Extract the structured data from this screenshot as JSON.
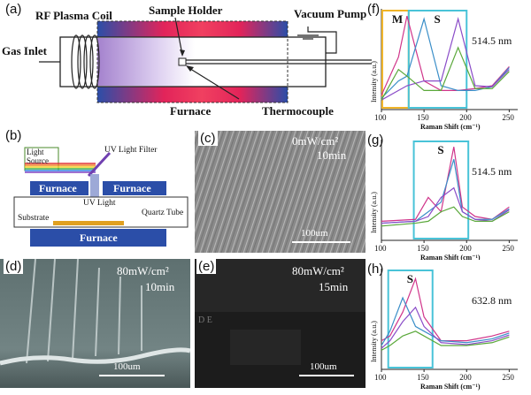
{
  "panel_labels": {
    "a": "(a)",
    "b": "(b)",
    "c": "(c)",
    "d": "(d)",
    "e": "(e)",
    "f": "(f)",
    "g": "(g)",
    "h": "(h)"
  },
  "panel_a": {
    "rf_plasma_coil": "RF Plasma Coil",
    "sample_holder": "Sample Holder",
    "vacuum_pump": "Vacuum Pump",
    "gas_inlet": "Gas Inlet",
    "furnace": "Furnace",
    "thermocouple": "Thermocouple"
  },
  "panel_b": {
    "light_source": "Light\nSource",
    "uv_light_filter": "UV Light Filter",
    "furnace_left": "Furnace",
    "furnace_right": "Furnace",
    "uv_light": "UV Light",
    "quartz_tube": "Quartz Tube",
    "substrate": "Substrate",
    "furnace_bottom": "Furnace"
  },
  "micrographs": {
    "c": {
      "power": "0mW/cm²",
      "time": "10min",
      "scale": "100um"
    },
    "d": {
      "power": "80mW/cm²",
      "time": "10min",
      "scale": "100um"
    },
    "e": {
      "power": "80mW/cm²",
      "time": "15min",
      "scale": "100um"
    }
  },
  "raman_axes": {
    "xlabel": "Raman Shift (cm⁻¹)",
    "ylabel": "Intensity (a.u.)",
    "xticks": [
      "100",
      "150",
      "200",
      "250"
    ]
  },
  "chart_data": [
    {
      "type": "line",
      "panel": "f",
      "wavelength": "514.5 nm",
      "box_labels": [
        "M",
        "S"
      ],
      "x": [
        100,
        120,
        130,
        150,
        170,
        190,
        210,
        230,
        250
      ],
      "xlim": [
        100,
        260
      ],
      "series": [
        {
          "values": [
            0.15,
            0.55,
            0.98,
            0.3,
            0.2,
            0.2,
            0.22,
            0.25,
            0.45
          ]
        },
        {
          "values": [
            0.12,
            0.3,
            0.35,
            0.95,
            0.25,
            0.2,
            0.2,
            0.24,
            0.44
          ]
        },
        {
          "values": [
            0.1,
            0.2,
            0.25,
            0.3,
            0.3,
            0.95,
            0.25,
            0.24,
            0.42
          ]
        },
        {
          "values": [
            0.1,
            0.42,
            0.35,
            0.2,
            0.2,
            0.65,
            0.22,
            0.22,
            0.4
          ]
        }
      ]
    },
    {
      "type": "line",
      "panel": "g",
      "wavelength": "514.5 nm",
      "box_labels": [
        "S"
      ],
      "x": [
        100,
        140,
        155,
        170,
        185,
        195,
        210,
        230,
        250
      ],
      "xlim": [
        100,
        260
      ],
      "series": [
        {
          "values": [
            0.2,
            0.22,
            0.45,
            0.3,
            0.98,
            0.35,
            0.25,
            0.22,
            0.35
          ]
        },
        {
          "values": [
            0.18,
            0.2,
            0.3,
            0.4,
            0.85,
            0.3,
            0.22,
            0.22,
            0.33
          ]
        },
        {
          "values": [
            0.18,
            0.2,
            0.25,
            0.45,
            0.55,
            0.3,
            0.22,
            0.2,
            0.32
          ]
        },
        {
          "values": [
            0.15,
            0.18,
            0.2,
            0.3,
            0.35,
            0.25,
            0.2,
            0.2,
            0.3
          ]
        }
      ]
    },
    {
      "type": "line",
      "panel": "h",
      "wavelength": "632.8 nm",
      "box_labels": [
        "S"
      ],
      "x": [
        100,
        110,
        125,
        140,
        150,
        170,
        200,
        230,
        250
      ],
      "xlim": [
        100,
        260
      ],
      "series": [
        {
          "values": [
            0.3,
            0.35,
            0.6,
            0.95,
            0.55,
            0.3,
            0.3,
            0.35,
            0.4
          ]
        },
        {
          "values": [
            0.25,
            0.4,
            0.75,
            0.45,
            0.4,
            0.3,
            0.28,
            0.32,
            0.38
          ]
        },
        {
          "values": [
            0.22,
            0.3,
            0.5,
            0.65,
            0.45,
            0.28,
            0.26,
            0.3,
            0.36
          ]
        },
        {
          "values": [
            0.2,
            0.25,
            0.35,
            0.4,
            0.35,
            0.25,
            0.25,
            0.28,
            0.34
          ]
        }
      ]
    }
  ],
  "colors": {
    "box_yellow": "#f0b428",
    "box_cyan": "#49c3d8",
    "furnace_blue": "#2b4ea8",
    "furnace_red": "#e2245a",
    "substrate": "#e0a020",
    "uv_beam": "#8c9ad0",
    "series": [
      "#d0348a",
      "#3a8ec8",
      "#8a4cc8",
      "#5aa83a"
    ]
  }
}
